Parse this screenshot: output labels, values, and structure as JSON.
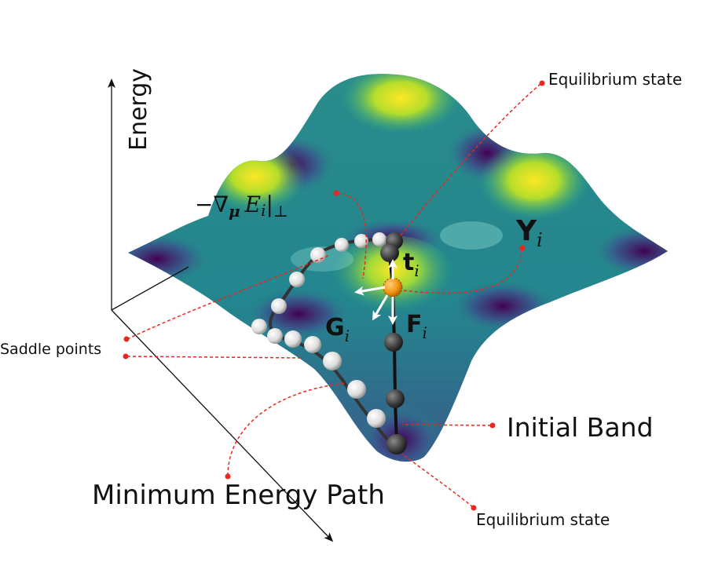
{
  "labels": {
    "energy_axis": "Energy",
    "equilibrium_top": "Equilibrium state",
    "equilibrium_bottom": "Equilibrium state",
    "saddle_points": "Saddle points",
    "initial_band": "Initial Band",
    "minimum_energy_path": "Minimum Energy Path"
  },
  "math": {
    "gradient_prefix": "−∇",
    "gradient_mu": "μ",
    "gradient_E": "E",
    "gradient_i": "i",
    "gradient_bar": "|",
    "gradient_perp": "⊥",
    "Y": "Y",
    "t": "t",
    "G": "G",
    "F": "F",
    "subscript_i": "i"
  },
  "colors": {
    "annotation_red": "#e8281e",
    "band_grey": "#444444",
    "path_white": "#f2f2f2",
    "focus_orange": "#f0920f",
    "surface_low": "#440154",
    "surface_mid": "#21918c",
    "surface_high": "#fde725"
  }
}
